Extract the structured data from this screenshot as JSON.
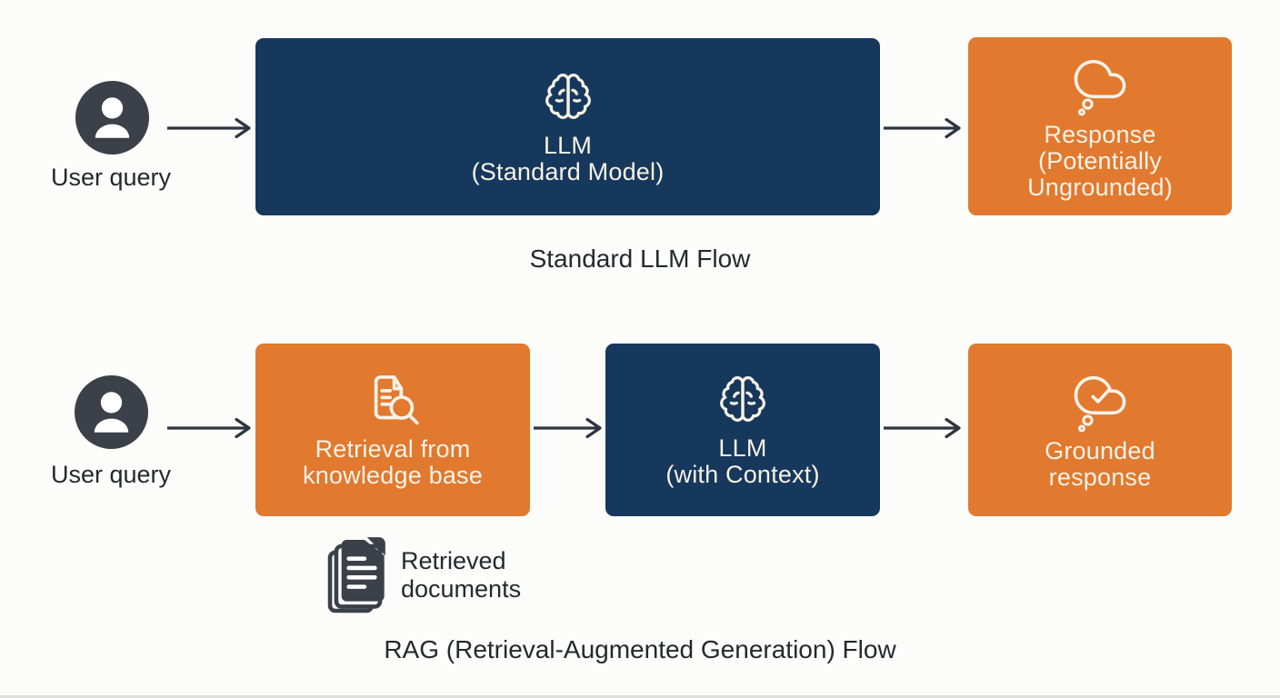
{
  "colors": {
    "background": "#FCFCFA",
    "navy": "#16385C",
    "orange": "#E1792F",
    "box_text": "#F8F2E7",
    "dark_text": "#25282E",
    "icon_dark": "#3B4049",
    "arrow": "#2E3440",
    "page_white": "#FFFFFF"
  },
  "diagram": {
    "standard_flow": {
      "caption": "Standard LLM Flow",
      "user": {
        "label": "User query"
      },
      "llm_box": {
        "label": "LLM\n(Standard Model)"
      },
      "response_box": {
        "label": "Response\n(Potentially\nUngrounded)"
      }
    },
    "rag_flow": {
      "caption": "RAG (Retrieval-Augmented Generation) Flow",
      "user": {
        "label": "User query"
      },
      "retrieval_box": {
        "label": "Retrieval from\nknowledge base"
      },
      "llm_box": {
        "label": "LLM\n(with Context)"
      },
      "response_box": {
        "label": "Grounded\nresponse"
      },
      "retrieved_documents": {
        "label": "Retrieved\ndocuments"
      }
    },
    "icons": {
      "user": "user-avatar-icon",
      "brain": "brain-icon",
      "thought_cloud": "thought-cloud-icon",
      "thought_cloud_check": "thought-cloud-check-icon",
      "document_search": "document-search-icon",
      "stacked_documents": "stacked-documents-icon",
      "arrow": "arrow-right-icon"
    }
  }
}
